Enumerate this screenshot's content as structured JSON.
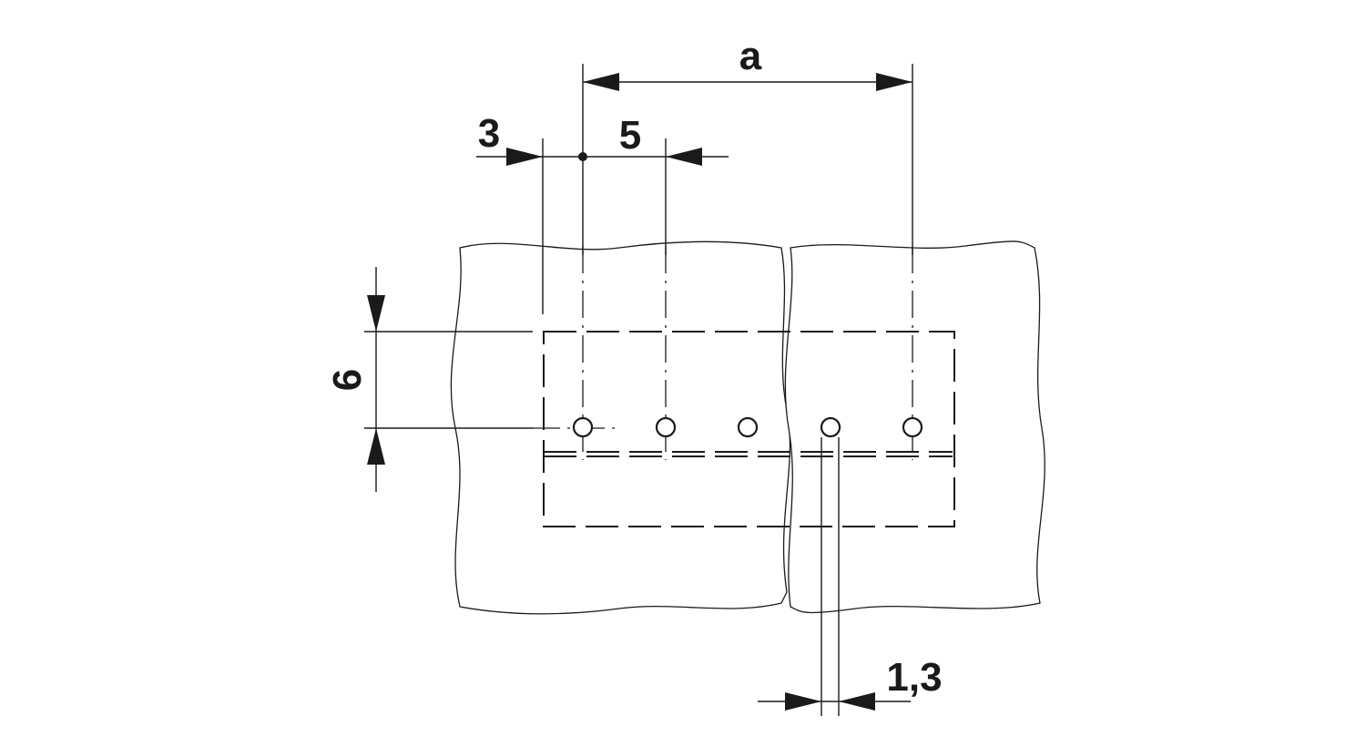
{
  "drawing": {
    "labels": {
      "a": "a",
      "pitch": "5",
      "offset": "3",
      "row_distance": "6",
      "hole_diameter": "1,3"
    },
    "hole_count": 5,
    "color": "#1a1a1a"
  }
}
